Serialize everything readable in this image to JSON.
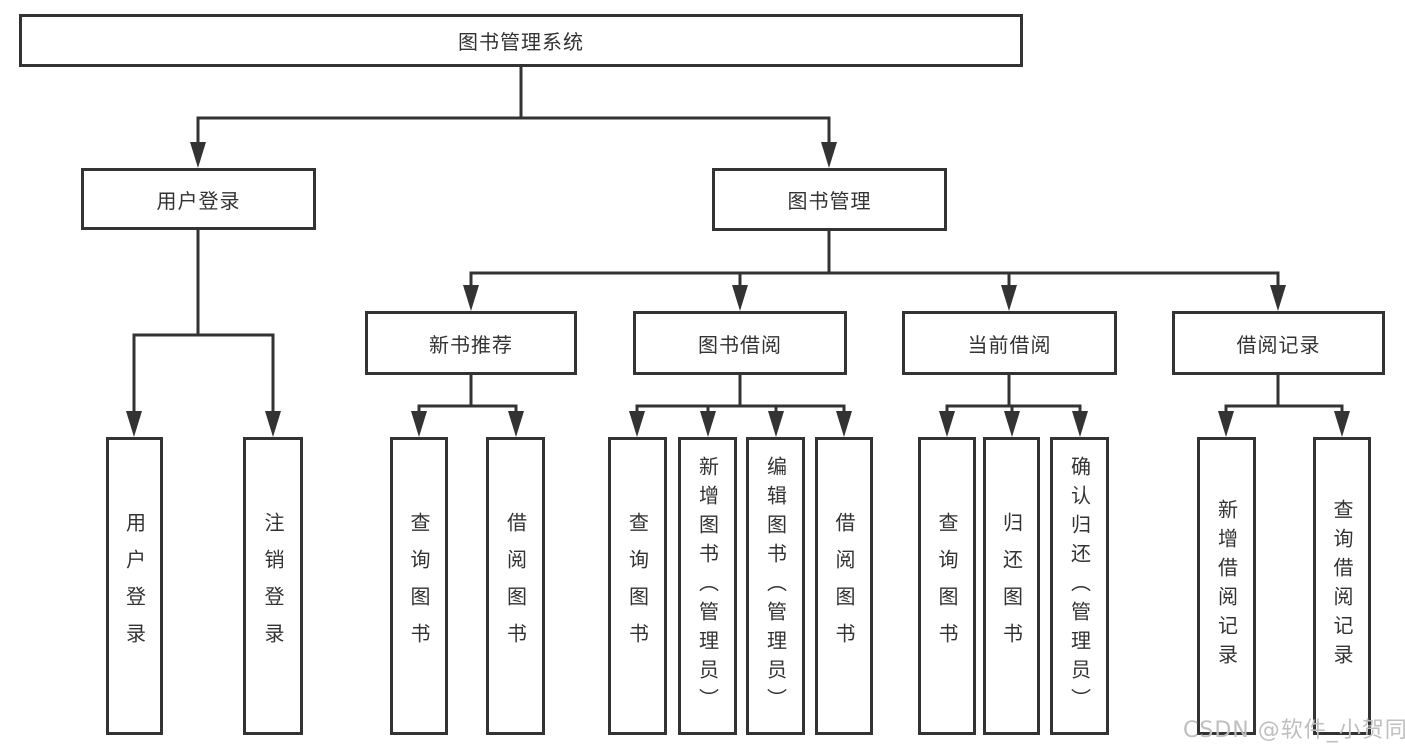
{
  "diagram": {
    "type": "tree",
    "colors": {
      "line": "#333333",
      "text": "#333333",
      "background": "#ffffff"
    },
    "nodes": {
      "root": "图书管理系统",
      "user_login": "用户登录",
      "book_mgmt": "图书管理",
      "new_books": "新书推荐",
      "book_borrow": "图书借阅",
      "current_borrow": "当前借阅",
      "borrow_records": "借阅记录",
      "leaf_user_login": "用户登录",
      "leaf_logout": "注销登录",
      "leaf_query_book_nb": "查询图书",
      "leaf_borrow_book_nb": "借阅图书",
      "leaf_query_book_bb": "查询图书",
      "leaf_add_book": "新增图书（管理员）",
      "leaf_edit_book": "编辑图书（管理员）",
      "leaf_borrow_book_bb": "借阅图书",
      "leaf_query_book_cb": "查询图书",
      "leaf_return_book": "归还图书",
      "leaf_confirm_return": "确认归还（管理员）",
      "leaf_add_record": "新增借阅记录",
      "leaf_query_record": "查询借阅记录"
    },
    "hierarchy": {
      "图书管理系统": {
        "用户登录": [
          "用户登录",
          "注销登录"
        ],
        "图书管理": {
          "新书推荐": [
            "查询图书",
            "借阅图书"
          ],
          "图书借阅": [
            "查询图书",
            "新增图书（管理员）",
            "编辑图书（管理员）",
            "借阅图书"
          ],
          "当前借阅": [
            "查询图书",
            "归还图书",
            "确认归还（管理员）"
          ],
          "借阅记录": [
            "新增借阅记录",
            "查询借阅记录"
          ]
        }
      }
    }
  },
  "watermark": {
    "text": "CSDN @软件_小贺同学",
    "color": "#bfbfbf"
  }
}
